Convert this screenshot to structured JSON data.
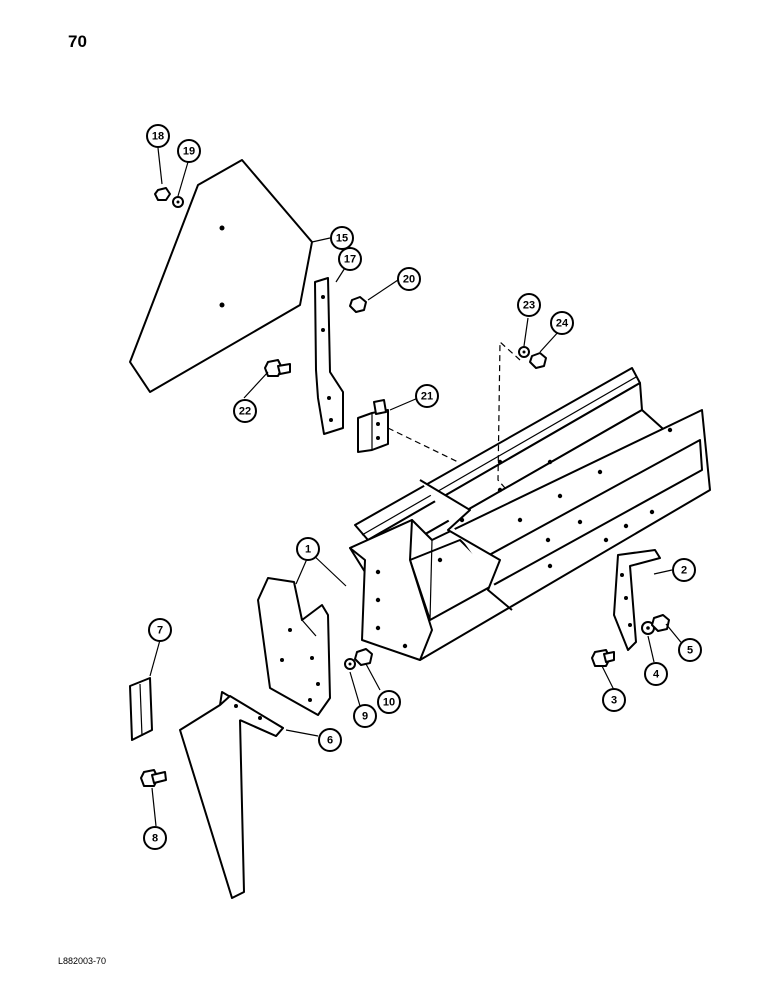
{
  "page_number": "70",
  "figure_code": "L882003-70",
  "callouts": [
    {
      "id": "1",
      "label": "1"
    },
    {
      "id": "2",
      "label": "2"
    },
    {
      "id": "3",
      "label": "3"
    },
    {
      "id": "4",
      "label": "4"
    },
    {
      "id": "5",
      "label": "5"
    },
    {
      "id": "6",
      "label": "6"
    },
    {
      "id": "7",
      "label": "7"
    },
    {
      "id": "8",
      "label": "8"
    },
    {
      "id": "9",
      "label": "9"
    },
    {
      "id": "10",
      "label": "10"
    },
    {
      "id": "15",
      "label": "15"
    },
    {
      "id": "17",
      "label": "17"
    },
    {
      "id": "18",
      "label": "18"
    },
    {
      "id": "19",
      "label": "19"
    },
    {
      "id": "20",
      "label": "20"
    },
    {
      "id": "21",
      "label": "21"
    },
    {
      "id": "22",
      "label": "22"
    },
    {
      "id": "23",
      "label": "23"
    },
    {
      "id": "24",
      "label": "24"
    }
  ]
}
